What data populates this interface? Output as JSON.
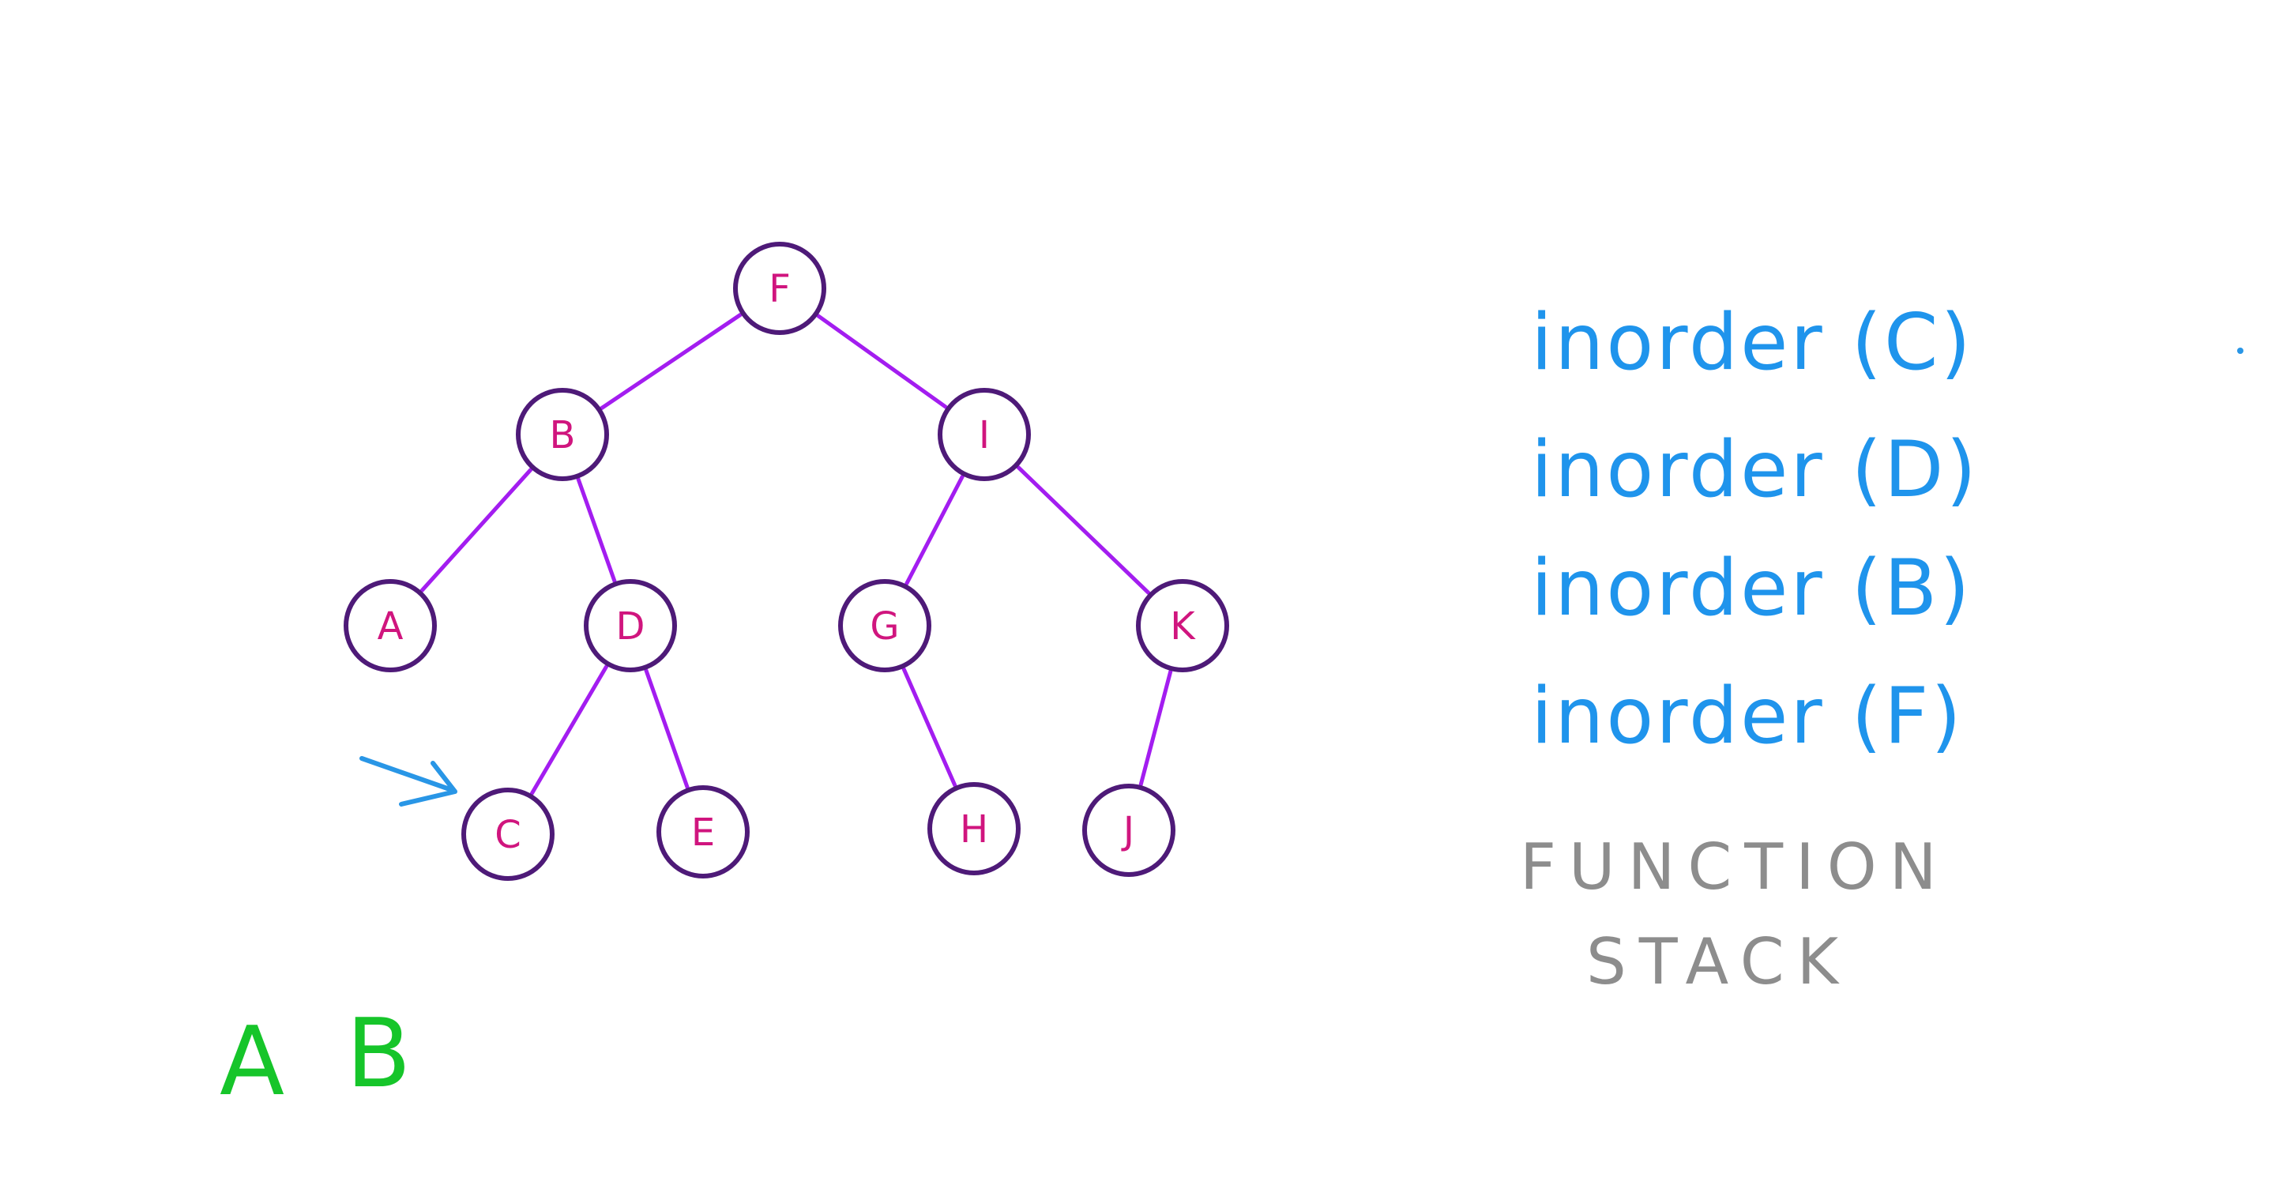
{
  "tree": {
    "nodes": [
      {
        "id": "F",
        "label": "F"
      },
      {
        "id": "B",
        "label": "B"
      },
      {
        "id": "I",
        "label": "I"
      },
      {
        "id": "A",
        "label": "A"
      },
      {
        "id": "D",
        "label": "D"
      },
      {
        "id": "G",
        "label": "G"
      },
      {
        "id": "K",
        "label": "K"
      },
      {
        "id": "C",
        "label": "C"
      },
      {
        "id": "E",
        "label": "E"
      },
      {
        "id": "H",
        "label": "H"
      },
      {
        "id": "J",
        "label": "J"
      }
    ],
    "edges": [
      [
        "F",
        "B"
      ],
      [
        "F",
        "I"
      ],
      [
        "B",
        "A"
      ],
      [
        "B",
        "D"
      ],
      [
        "D",
        "C"
      ],
      [
        "D",
        "E"
      ],
      [
        "I",
        "G"
      ],
      [
        "I",
        "K"
      ],
      [
        "G",
        "H"
      ],
      [
        "K",
        "J"
      ]
    ],
    "current_node": "C"
  },
  "function_stack": {
    "items": [
      "inorder (C)",
      "inorder (D)",
      "inorder (B)",
      "inorder (F)"
    ],
    "caption_line1": "FUNCTION",
    "caption_line2": "STACK"
  },
  "visited_output": [
    "A",
    "B"
  ],
  "colors": {
    "edge": "#a31df0",
    "node_outline": "#4e1a78",
    "node_label": "#d0157e",
    "stack_text": "#1f94ec",
    "caption_text": "#8d8d8d",
    "visited_text": "#16c52a",
    "pointer": "#2996e6"
  }
}
